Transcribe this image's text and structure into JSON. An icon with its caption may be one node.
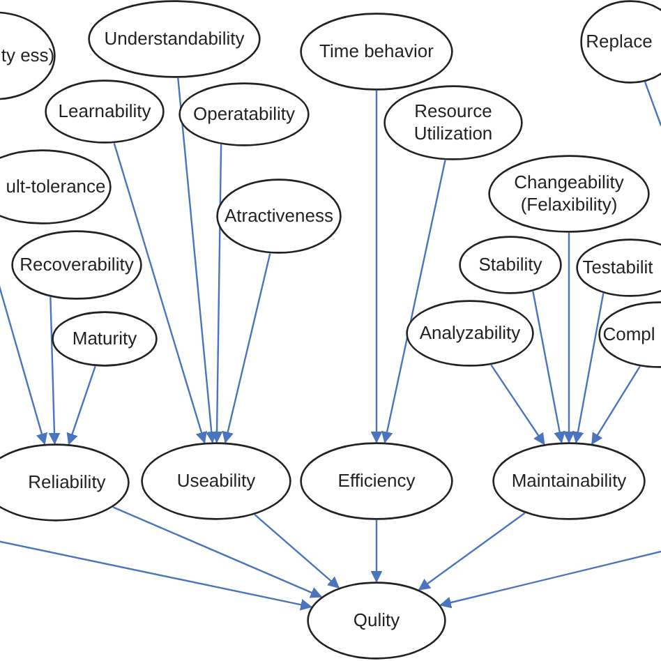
{
  "diagram": {
    "nodes": [
      {
        "text": [
          "ty ess)"
        ]
      },
      {
        "text": [
          "Understandability"
        ]
      },
      {
        "text": [
          "Time behavior"
        ]
      },
      {
        "text": [
          "Replace"
        ]
      },
      {
        "text": [
          "Learnability"
        ]
      },
      {
        "text": [
          "Operatability"
        ]
      },
      {
        "text": [
          "Resource Utilization"
        ]
      },
      {
        "text": [
          "ult-tolerance"
        ]
      },
      {
        "text": [
          "Atractiveness"
        ]
      },
      {
        "text": [
          "Changeability (Felaxibility)"
        ]
      },
      {
        "text": [
          "Recoverability"
        ]
      },
      {
        "text": [
          "Stability"
        ]
      },
      {
        "text": [
          "Testabilit"
        ]
      },
      {
        "text": [
          "Maturity"
        ]
      },
      {
        "text": [
          "Analyzability"
        ]
      },
      {
        "text": [
          "Compl"
        ]
      },
      {
        "text": [
          "Reliability"
        ]
      },
      {
        "text": [
          "Useability"
        ]
      },
      {
        "text": [
          "Efficiency"
        ]
      },
      {
        "text": [
          "Maintainability"
        ]
      },
      {
        "text": [
          "Qulity"
        ]
      }
    ],
    "edges": [
      {
        "from": 1,
        "to": 17,
        "arrow": "to"
      },
      {
        "from": 4,
        "to": 17,
        "arrow": "to"
      },
      {
        "from": 5,
        "to": 17,
        "arrow": "to"
      },
      {
        "from": 8,
        "to": 17,
        "arrow": "to"
      },
      {
        "from": 10,
        "to": 16,
        "arrow": "to"
      },
      {
        "from": 13,
        "to": 16,
        "arrow": "to"
      },
      {
        "from": null,
        "to": 16,
        "arrow": "to"
      },
      {
        "from": 2,
        "to": 18,
        "arrow": "to"
      },
      {
        "from": 6,
        "to": 18,
        "arrow": "to"
      },
      {
        "from": 14,
        "to": 19,
        "arrow": "to"
      },
      {
        "from": 11,
        "to": 19,
        "arrow": "to"
      },
      {
        "from": 9,
        "to": 19,
        "arrow": "to"
      },
      {
        "from": 12,
        "to": 19,
        "arrow": "to"
      },
      {
        "from": 15,
        "to": 19,
        "arrow": "to"
      },
      {
        "from": 3,
        "to": null,
        "arrow": "none"
      },
      {
        "from": 16,
        "to": 20,
        "arrow": "to"
      },
      {
        "from": 17,
        "to": 20,
        "arrow": "to"
      },
      {
        "from": 18,
        "to": 20,
        "arrow": "to"
      },
      {
        "from": 19,
        "to": 20,
        "arrow": "to"
      },
      {
        "from": null,
        "to": 20,
        "arrow": "to"
      },
      {
        "from": null,
        "to": 20,
        "arrow": "to"
      }
    ]
  }
}
